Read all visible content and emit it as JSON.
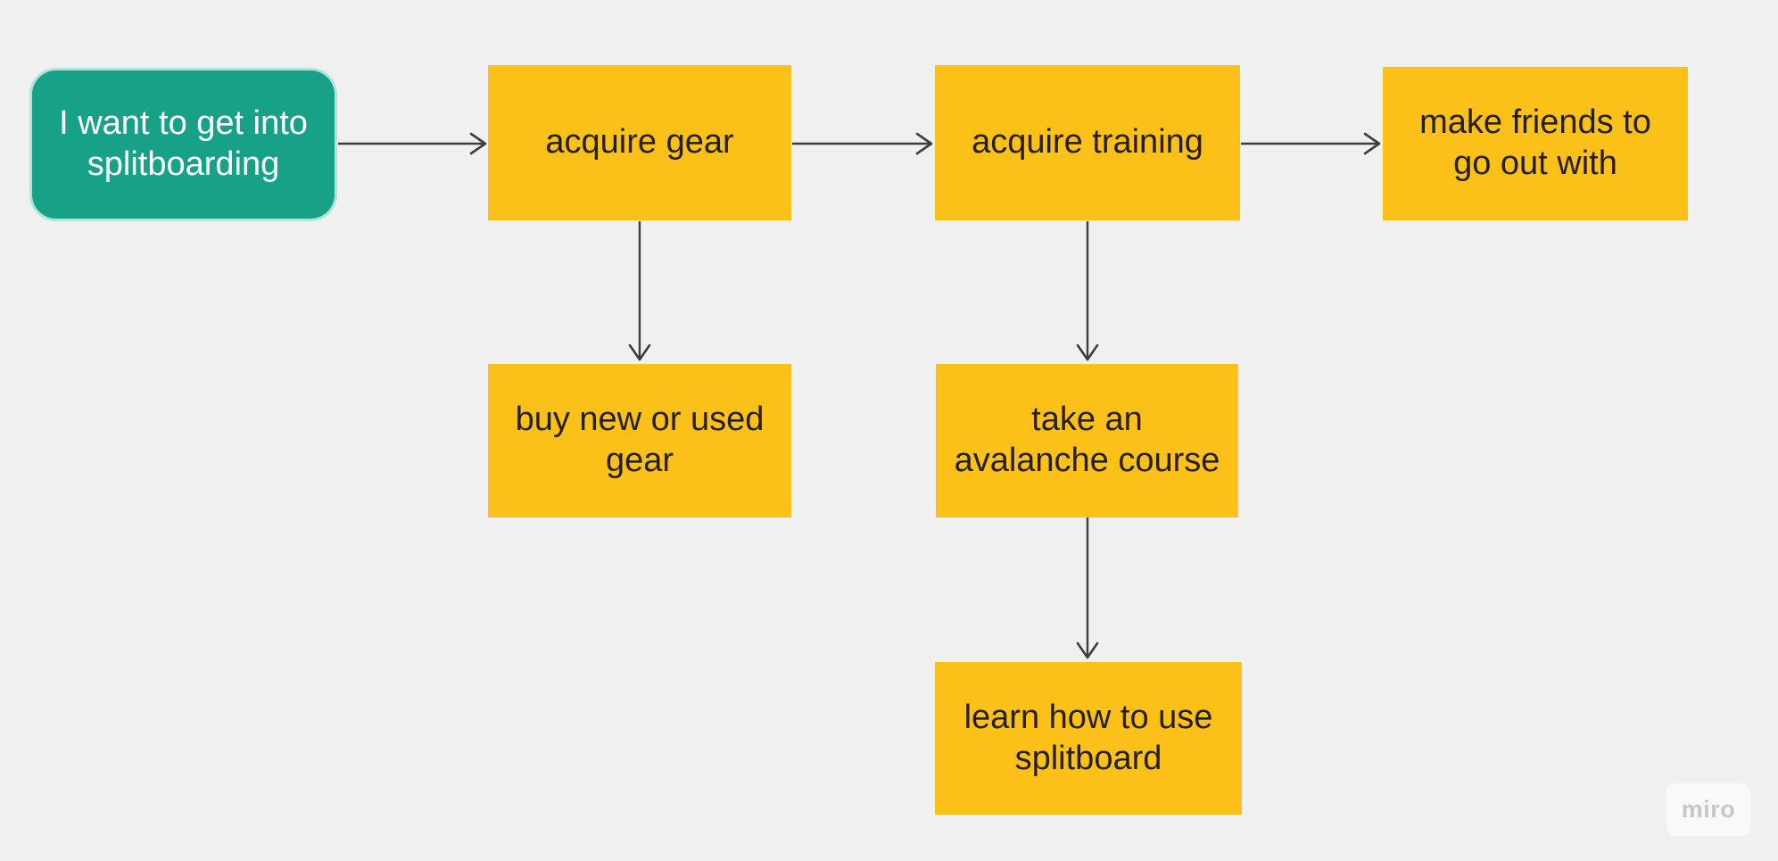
{
  "board": {
    "background": "#f0f0f1",
    "watermark": {
      "label": "miro",
      "text_color": "#c6c6cb",
      "badge_color": "#f9f9fa"
    }
  },
  "colors": {
    "node_yellow": "#fbc119",
    "node_green": "#17a287",
    "text_on_yellow": "#262014",
    "text_on_green": "#ffffff",
    "connector": "#3d3d3d"
  },
  "nodes": [
    {
      "id": "start",
      "label": "I want to get into\nsplitboarding",
      "shape": "rounded-rectangle",
      "fill": "#17a287",
      "text_color": "#ffffff"
    },
    {
      "id": "acquire-gear",
      "label": "acquire gear",
      "shape": "rectangle",
      "fill": "#fbc119",
      "text_color": "#262014"
    },
    {
      "id": "acquire-training",
      "label": "acquire training",
      "shape": "rectangle",
      "fill": "#fbc119",
      "text_color": "#262014"
    },
    {
      "id": "make-friends",
      "label": "make friends to\ngo out with",
      "shape": "rectangle",
      "fill": "#fbc119",
      "text_color": "#262014"
    },
    {
      "id": "buy-gear",
      "label": "buy new or used\ngear",
      "shape": "rectangle",
      "fill": "#fbc119",
      "text_color": "#262014"
    },
    {
      "id": "avalanche-course",
      "label": "take an\navalanche course",
      "shape": "rectangle",
      "fill": "#fbc119",
      "text_color": "#262014"
    },
    {
      "id": "learn-splitboard",
      "label": "learn how to use\nsplitboard",
      "shape": "rectangle",
      "fill": "#fbc119",
      "text_color": "#262014"
    }
  ],
  "connectors": [
    {
      "from": "start",
      "to": "acquire-gear"
    },
    {
      "from": "acquire-gear",
      "to": "acquire-training"
    },
    {
      "from": "acquire-training",
      "to": "make-friends"
    },
    {
      "from": "acquire-gear",
      "to": "buy-gear"
    },
    {
      "from": "acquire-training",
      "to": "avalanche-course"
    },
    {
      "from": "avalanche-course",
      "to": "learn-splitboard"
    }
  ]
}
